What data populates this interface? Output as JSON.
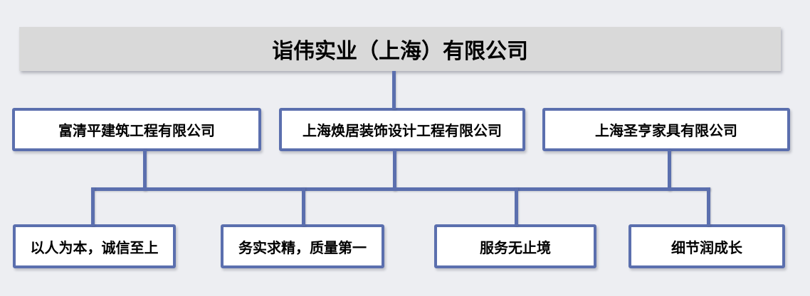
{
  "colors": {
    "background": "#edeef2",
    "root_fill": "#d9d9d9",
    "node_fill": "#ffffff",
    "connector_blue": "#5b6fae",
    "text": "#000000"
  },
  "org_chart": {
    "type": "org-tree",
    "root": {
      "label": "诣伟实业（上海）有限公司"
    },
    "level2": [
      {
        "label": "富清平建筑工程有限公司"
      },
      {
        "label": "上海焕居装饰设计工程有限公司"
      },
      {
        "label": "上海圣亨家具有限公司"
      }
    ],
    "level3": [
      {
        "label": "以人为本，诚信至上"
      },
      {
        "label": "务实求精，质量第一"
      },
      {
        "label": "服务无止境"
      },
      {
        "label": "细节润成长"
      }
    ]
  }
}
